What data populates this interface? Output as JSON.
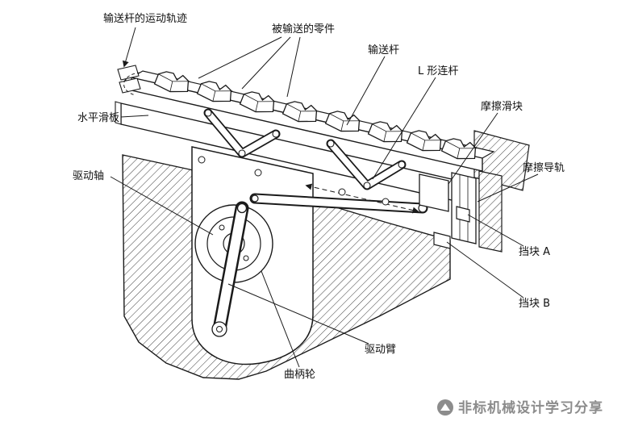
{
  "figure": {
    "type": "mechanical-diagram",
    "labels": {
      "trajectory": "输送杆的运动轨迹",
      "parts": "被输送的零件",
      "transfer_bar": "输送杆",
      "l_link": "L 形连杆",
      "friction_slider": "摩擦滑块",
      "friction_rail": "摩擦导轨",
      "stop_a": "挡块 A",
      "stop_b": "挡块 B",
      "horizontal_plate": "水平滑板",
      "drive_shaft": "驱动轴",
      "drive_arm": "驱动臂",
      "crank_wheel": "曲柄轮"
    },
    "watermark": {
      "text": "非标机械设计学习分享"
    },
    "colors": {
      "line": "#1a1a1a",
      "watermark": "#8c8c8c",
      "background": "#ffffff"
    }
  }
}
